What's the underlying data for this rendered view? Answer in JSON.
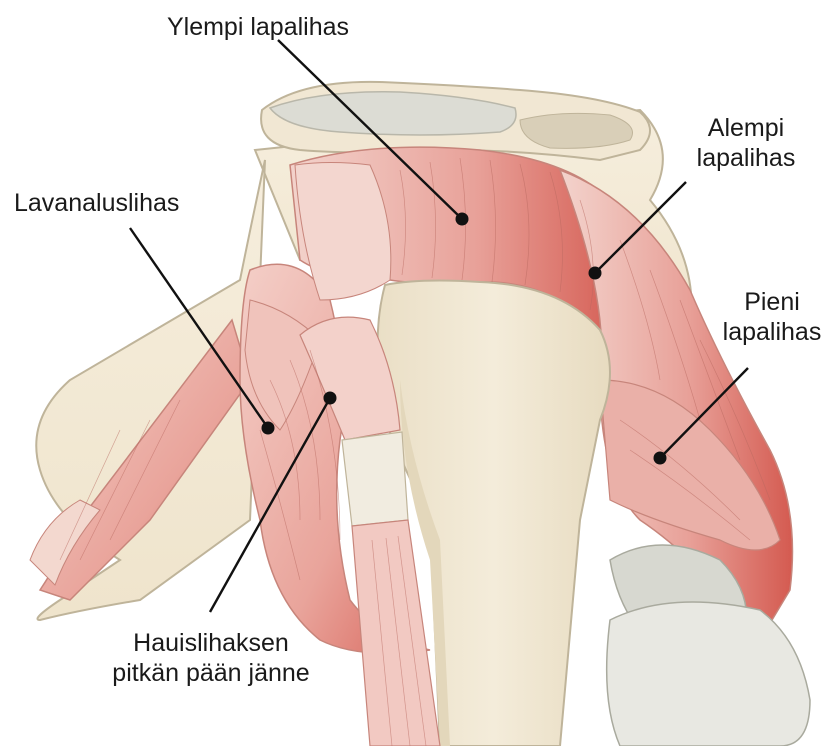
{
  "labels": {
    "supraspinatus": [
      "Ylempi lapalihas"
    ],
    "infraspinatus": [
      "Alempi",
      "lapalihas"
    ],
    "subscapularis": [
      "Lavanaluslihas"
    ],
    "teres_minor": [
      "Pieni",
      "lapalihas"
    ],
    "biceps_tendon": [
      "Hauislihaksen",
      "pitkän pään jänne"
    ]
  },
  "colors": {
    "bone": "#f3ead8",
    "bone_outline": "#bfb49a",
    "cartilage": "#dcdcd4",
    "muscle_light": "#f2c9c2",
    "muscle": "#e8a39a",
    "muscle_dark": "#d9675d",
    "leader": "#111111"
  }
}
